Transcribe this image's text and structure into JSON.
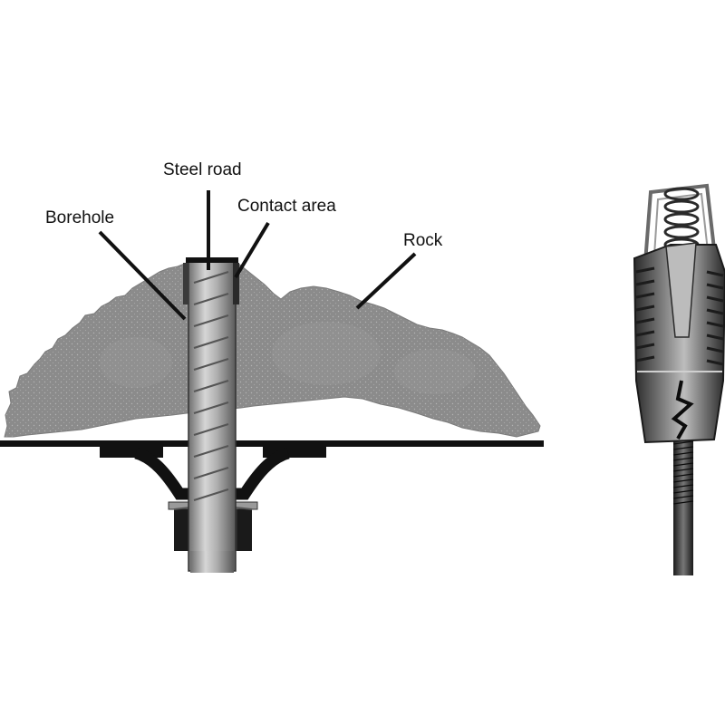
{
  "labels": {
    "steel_rod": "Steel road",
    "borehole": "Borehole",
    "contact_area": "Contact area",
    "rock": "Rock"
  },
  "colors": {
    "rock": "#8a8a8a",
    "rock_texture": "#b8b8b8",
    "rod": "#a9a9a9",
    "plate": "#111111",
    "nut": "#1a1a1a",
    "leader_line": "#111111",
    "shell": "#5e5e5e"
  },
  "icons": {
    "left_figure": "rock-bolt-diagram",
    "right_figure": "expansion-shell-anchor-photo"
  }
}
